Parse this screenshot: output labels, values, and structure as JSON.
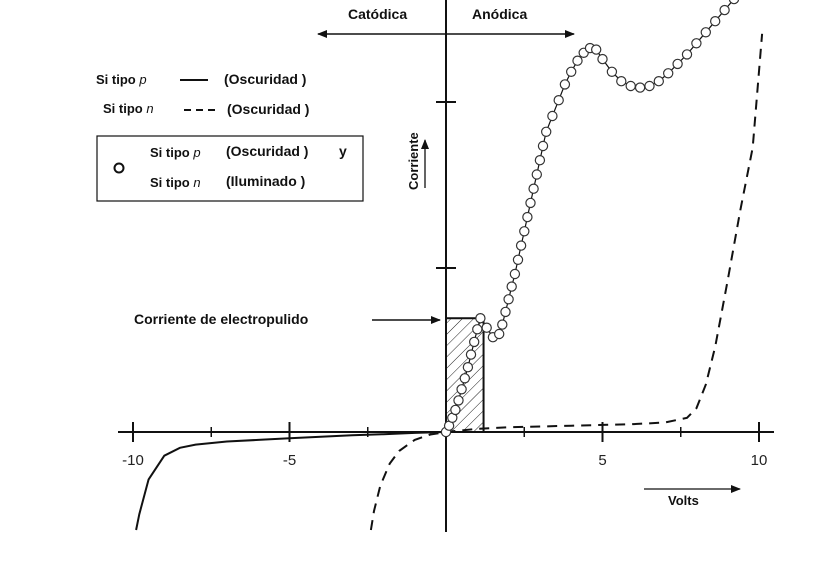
{
  "chart_data": {
    "type": "line",
    "x_ticks": [
      -10,
      -5,
      0,
      5,
      10
    ],
    "x_tick_labels": [
      "-10",
      "-5",
      "",
      "5",
      "10"
    ],
    "xlim": [
      -10.5,
      10.5
    ],
    "ylim": [
      -1,
      10
    ],
    "xlabel": "Volts",
    "ylabel": "Corriente",
    "region_labels": {
      "cathodic": "Catódica",
      "anodic": "Anódica"
    },
    "annotation": "Corriente de electropulido",
    "electropolish_region": {
      "x": [
        0,
        1.2
      ],
      "y": [
        0,
        3.6
      ]
    },
    "legend": {
      "line1": {
        "prefix": "Si tipo ",
        "var": "p",
        "cond": "(Oscuridad )"
      },
      "line2": {
        "prefix": "Si tipo ",
        "var": "n",
        "cond": "(Oscuridad )"
      },
      "box1": {
        "prefix": "Si tipo ",
        "var": "p",
        "cond": "(Oscuridad )",
        "conj": "y"
      },
      "box2": {
        "prefix": "Si tipo ",
        "var": "n",
        "cond": "(Iluminado )"
      }
    },
    "series": [
      {
        "style": "solid",
        "x": [
          -9.9,
          -9.8,
          -9.5,
          -9.0,
          -8.5,
          -8.0,
          -7.0,
          -6.0,
          -5.0,
          -4.0,
          -3.0,
          -2.0,
          -1.0,
          0
        ],
        "y": [
          -3.1,
          -2.6,
          -1.5,
          -0.75,
          -0.5,
          -0.4,
          -0.3,
          -0.25,
          -0.2,
          -0.15,
          -0.1,
          -0.07,
          -0.03,
          0
        ]
      },
      {
        "style": "dashed",
        "x": [
          -2.4,
          -2.3,
          -2.1,
          -1.8,
          -1.5,
          -1.0,
          -0.5,
          0,
          1,
          2,
          4,
          6,
          7,
          7.7,
          8.0,
          8.3,
          8.6,
          9.0,
          9.4,
          9.8,
          10.1
        ],
        "y": [
          -3.1,
          -2.5,
          -1.7,
          -1.0,
          -0.6,
          -0.25,
          -0.08,
          0,
          0.1,
          0.15,
          0.2,
          0.25,
          0.3,
          0.45,
          0.75,
          1.5,
          2.7,
          4.8,
          7.0,
          9.0,
          12.6
        ]
      },
      {
        "style": "markers",
        "x": [
          0.0,
          0.1,
          0.2,
          0.3,
          0.4,
          0.5,
          0.6,
          0.7,
          0.8,
          0.9,
          1.0,
          1.1,
          1.3,
          1.5,
          1.7,
          1.8,
          1.9,
          2.0,
          2.1,
          2.2,
          2.3,
          2.4,
          2.5,
          2.6,
          2.7,
          2.8,
          2.9,
          3.0,
          3.1,
          3.2,
          3.4,
          3.6,
          3.8,
          4.0,
          4.2,
          4.4,
          4.6,
          4.8,
          5.0,
          5.3,
          5.6,
          5.9,
          6.2,
          6.5,
          6.8,
          7.1,
          7.4,
          7.7,
          8.0,
          8.3,
          8.6,
          8.9,
          9.2
        ],
        "y": [
          0,
          0.2,
          0.45,
          0.7,
          1.0,
          1.35,
          1.7,
          2.05,
          2.45,
          2.85,
          3.25,
          3.6,
          3.3,
          3.0,
          3.1,
          3.4,
          3.8,
          4.2,
          4.6,
          5.0,
          5.45,
          5.9,
          6.35,
          6.8,
          7.25,
          7.7,
          8.15,
          8.6,
          9.05,
          9.5,
          10.0,
          10.5,
          11.0,
          11.4,
          11.75,
          12.0,
          12.15,
          12.1,
          11.8,
          11.4,
          11.1,
          10.95,
          10.9,
          10.95,
          11.1,
          11.35,
          11.65,
          11.95,
          12.3,
          12.65,
          13.0,
          13.35,
          13.7
        ]
      }
    ]
  }
}
